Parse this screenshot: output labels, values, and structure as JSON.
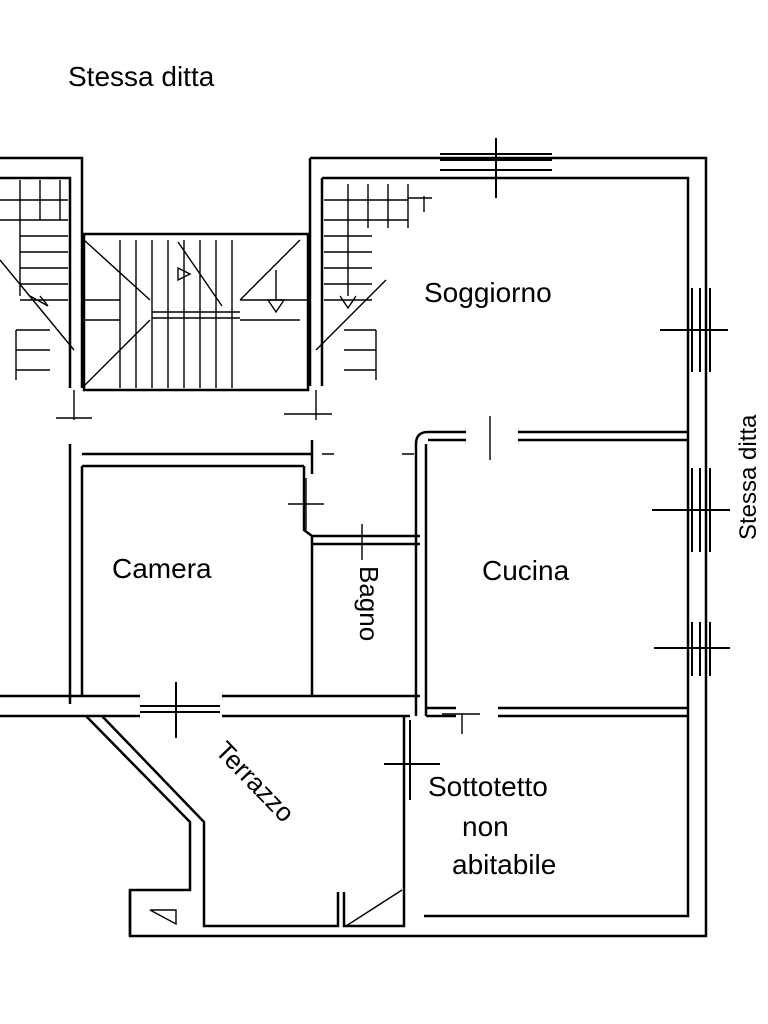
{
  "header": {
    "text": "Stessa ditta"
  },
  "side_note": {
    "text": "Stessa ditta"
  },
  "rooms": {
    "soggiorno": "Soggiorno",
    "camera": "Camera",
    "cucina": "Cucina",
    "bagno": "Bagno",
    "terrazzo": "Terrazzo",
    "sottotetto_line1": "Sottotetto",
    "sottotetto_line2": "non",
    "sottotetto_line3": "abitabile"
  },
  "colors": {
    "line": "#000000",
    "background": "#ffffff"
  }
}
